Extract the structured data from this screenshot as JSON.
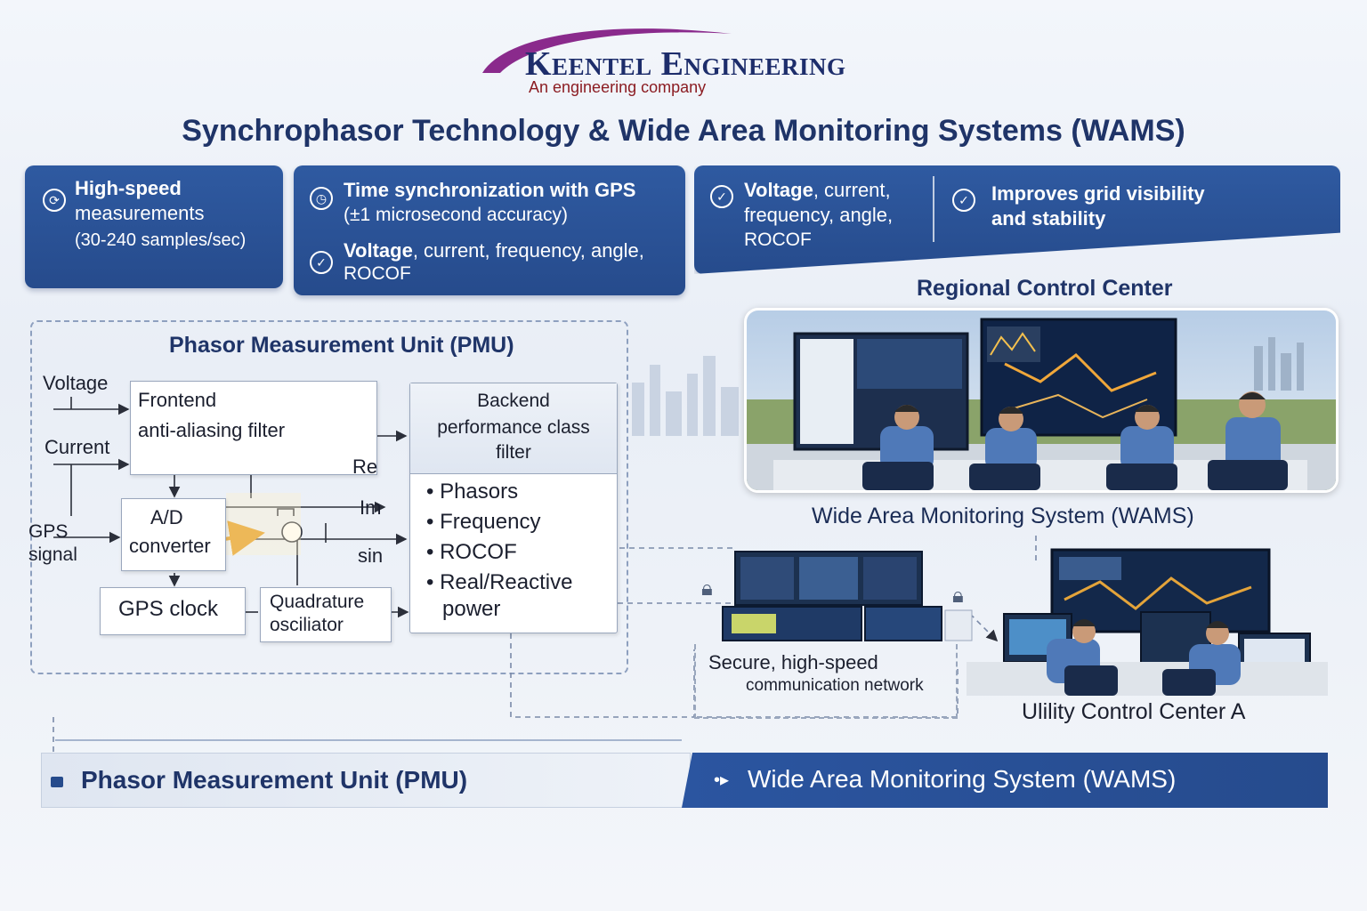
{
  "logo": {
    "name": "Keentel Engineering",
    "tagline": "An engineering company"
  },
  "title": "Synchrophasor Technology & Wide Area Monitoring Systems (WAMS)",
  "cards": {
    "c1": {
      "line1": "High-speed",
      "line2": "measurements",
      "line3": "(30-240 samples/sec)"
    },
    "c2": {
      "l1": "Time synchronization with GPS",
      "l2": "(±1 microsecond accuracy)",
      "l3a": "Voltage",
      "l3b": ", current, frequency, angle,",
      "l4": "ROCOF"
    },
    "c3": {
      "l1a": "Voltage",
      "l1b": ", current,",
      "l2": "frequency, angle,",
      "l3": "ROCOF"
    },
    "c4": {
      "l1": "Improves grid visibility",
      "l2": "and stability"
    }
  },
  "pmu": {
    "title": "Phasor Measurement Unit (PMU)",
    "inputs": {
      "voltage": "Voltage",
      "current": "Current",
      "gps1": "GPS",
      "gps2": "signal"
    },
    "frontend": {
      "l1": "Frontend",
      "l2": "anti-aliasing filter"
    },
    "ad": {
      "l1": "A/D",
      "l2": "converter"
    },
    "gps_clock": "GPS clock",
    "quad": {
      "l1": "Quadrature",
      "l2": "osciliator"
    },
    "signals": {
      "re": "Re",
      "im": "Im",
      "sin": "sin"
    },
    "backend": {
      "l1": "Backend",
      "l2": "performance class",
      "l3": "filter"
    },
    "outputs": [
      "• Phasors",
      "• Frequency",
      "• ROCOF",
      "• Real/Reactive",
      "power"
    ]
  },
  "rcc": {
    "title": "Regional Control Center",
    "wams": "Wide Area Monitoring System (WAMS)"
  },
  "network": {
    "l1": "Secure, high-speed",
    "l2": "communication network"
  },
  "ucc": "Ulility Control Center A",
  "bottom": {
    "left": "Phasor Measurement Unit (PMU)",
    "right": "Wide Area Monitoring System (WAMS)"
  },
  "colors": {
    "navy": "#264b8c",
    "title": "#1f3468",
    "logo_purple": "#8a2a8c",
    "tag_red": "#8b1c22",
    "accent_orange": "#e49a1c"
  }
}
